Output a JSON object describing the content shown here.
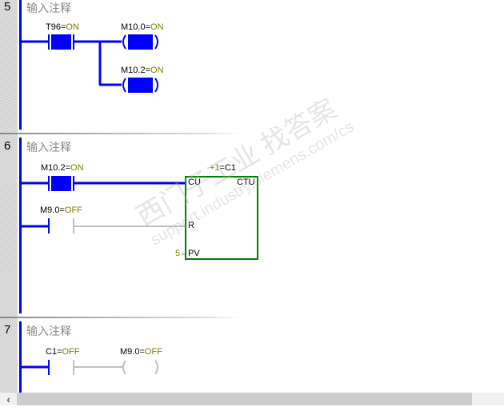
{
  "networks": [
    {
      "number": "5",
      "comment": "输入注释",
      "contacts": [
        {
          "address": "T96",
          "state": "ON"
        }
      ],
      "coils": [
        {
          "address": "M10.0",
          "state": "ON"
        },
        {
          "address": "M10.2",
          "state": "ON"
        }
      ]
    },
    {
      "number": "6",
      "comment": "输入注释",
      "contacts": [
        {
          "address": "M10.2",
          "state": "ON"
        },
        {
          "address": "M9.0",
          "state": "OFF"
        }
      ],
      "counter": {
        "prefix": "+1",
        "name": "=C1",
        "type": "CTU",
        "cu": "CU",
        "r": "R",
        "pv": "PV",
        "pv_value": "5"
      }
    },
    {
      "number": "7",
      "comment": "输入注释",
      "contacts": [
        {
          "address": "C1",
          "state": "OFF"
        }
      ],
      "coils": [
        {
          "address": "M9.0",
          "state": "OFF"
        }
      ]
    }
  ],
  "watermark": {
    "cn": "西门子工业  找答案",
    "url": "support.industry.siemens.com/cs"
  },
  "scrollbar": {
    "left_arrow": "‹"
  },
  "colors": {
    "power": "#0000ff",
    "off": "#c0c0c0",
    "box": "#008000",
    "value": "#808000"
  }
}
